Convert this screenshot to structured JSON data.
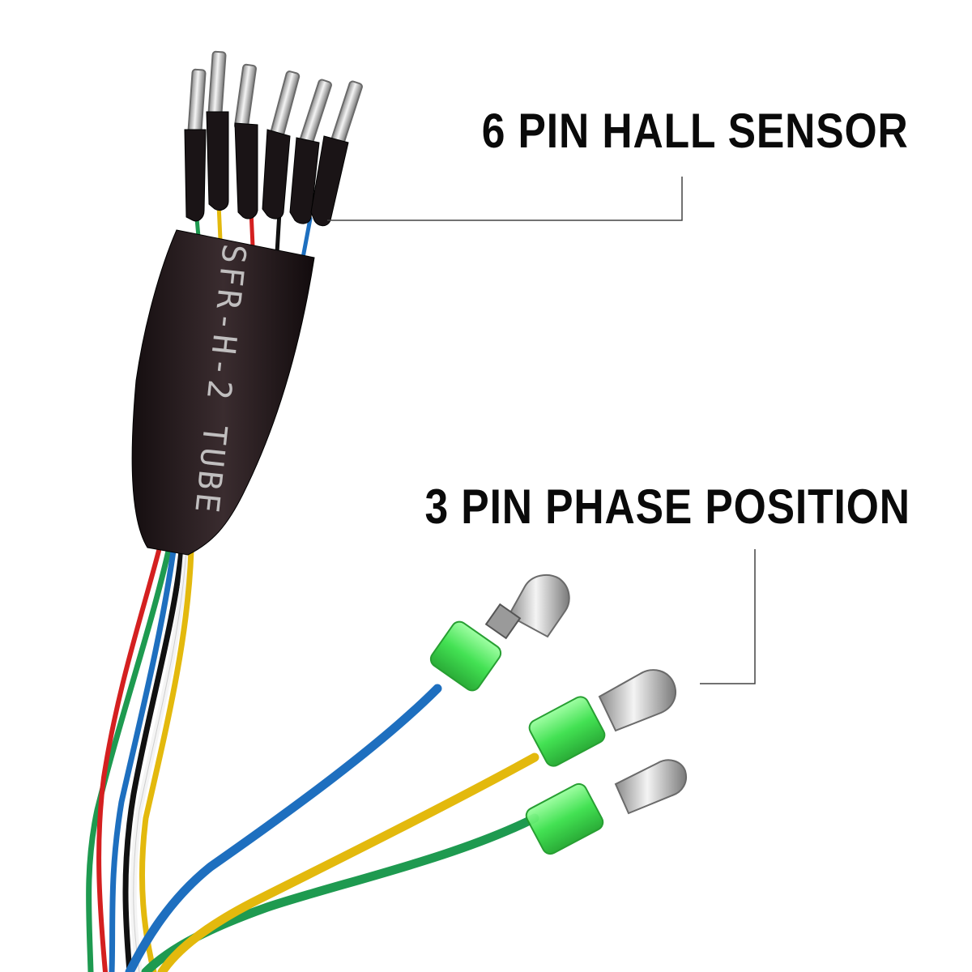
{
  "labels": {
    "hall_sensor": "6 PIN HALL SENSOR",
    "phase_position": "3 PIN PHASE POSITION"
  },
  "tube_print": "SFR-H-2 TUBE",
  "colors": {
    "background": "#ffffff",
    "label_text": "#0a0a0a",
    "callout_line": "#444444",
    "heat_shrink": "#241a1c",
    "connector_sleeve": "#39e04a",
    "wire_blue": "#1e6fbf",
    "wire_yellow": "#e3b90d",
    "wire_green": "#1e9a50",
    "wire_red": "#d42020",
    "wire_black": "#111111",
    "wire_white": "#f2f2f2",
    "metal": "#c8c8c8"
  },
  "hall_wires": [
    "green",
    "yellow",
    "red",
    "black",
    "blue"
  ],
  "phase_wires": [
    "blue",
    "yellow",
    "green"
  ]
}
